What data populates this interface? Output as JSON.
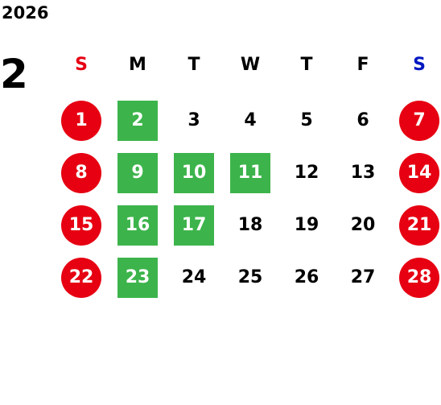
{
  "year": "2026",
  "month": "2",
  "colors": {
    "sunday_header": "#e60012",
    "saturday_header": "#0017c1",
    "weekday_header": "#000000",
    "holiday_circle": "#e60012",
    "highlight_box": "#3cb44b",
    "default_text": "#000000"
  },
  "weekdays": [
    {
      "label": "S",
      "style": "sun"
    },
    {
      "label": "M",
      "style": "normal"
    },
    {
      "label": "T",
      "style": "normal"
    },
    {
      "label": "W",
      "style": "normal"
    },
    {
      "label": "T",
      "style": "normal"
    },
    {
      "label": "F",
      "style": "normal"
    },
    {
      "label": "S",
      "style": "sat"
    }
  ],
  "weeks": [
    [
      {
        "day": "1",
        "style": "circle"
      },
      {
        "day": "2",
        "style": "box"
      },
      {
        "day": "3",
        "style": "plain"
      },
      {
        "day": "4",
        "style": "plain"
      },
      {
        "day": "5",
        "style": "plain"
      },
      {
        "day": "6",
        "style": "plain"
      },
      {
        "day": "7",
        "style": "circle"
      }
    ],
    [
      {
        "day": "8",
        "style": "circle"
      },
      {
        "day": "9",
        "style": "box"
      },
      {
        "day": "10",
        "style": "box"
      },
      {
        "day": "11",
        "style": "box"
      },
      {
        "day": "12",
        "style": "plain"
      },
      {
        "day": "13",
        "style": "plain"
      },
      {
        "day": "14",
        "style": "circle"
      }
    ],
    [
      {
        "day": "15",
        "style": "circle"
      },
      {
        "day": "16",
        "style": "box"
      },
      {
        "day": "17",
        "style": "box"
      },
      {
        "day": "18",
        "style": "plain"
      },
      {
        "day": "19",
        "style": "plain"
      },
      {
        "day": "20",
        "style": "plain"
      },
      {
        "day": "21",
        "style": "circle"
      }
    ],
    [
      {
        "day": "22",
        "style": "circle"
      },
      {
        "day": "23",
        "style": "box"
      },
      {
        "day": "24",
        "style": "plain"
      },
      {
        "day": "25",
        "style": "plain"
      },
      {
        "day": "26",
        "style": "plain"
      },
      {
        "day": "27",
        "style": "plain"
      },
      {
        "day": "28",
        "style": "circle"
      }
    ]
  ]
}
